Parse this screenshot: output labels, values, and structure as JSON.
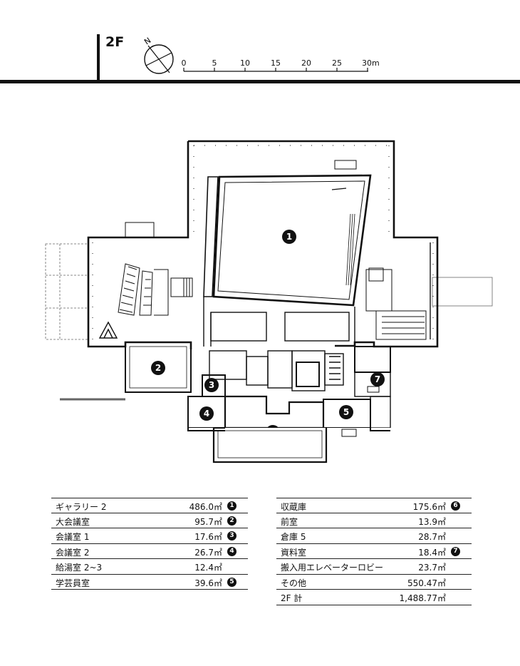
{
  "header": {
    "floor": "2F",
    "north": "N",
    "scale_ticks": [
      "0",
      "5",
      "10",
      "15",
      "20",
      "25",
      "30m"
    ]
  },
  "plan": {
    "room_markers": [
      "1",
      "2",
      "3",
      "4",
      "5",
      "6",
      "7"
    ]
  },
  "table_left": [
    {
      "name": "ギャラリー 2",
      "area": "486.0㎡",
      "marker": "1"
    },
    {
      "name": "大会議室",
      "area": "95.7㎡",
      "marker": "2"
    },
    {
      "name": "会議室 1",
      "area": "17.6㎡",
      "marker": "3"
    },
    {
      "name": "会議室 2",
      "area": "26.7㎡",
      "marker": "4"
    },
    {
      "name": "給湯室 2~3",
      "area": "12.4㎡",
      "marker": ""
    },
    {
      "name": "学芸員室",
      "area": "39.6㎡",
      "marker": "5"
    }
  ],
  "table_right": [
    {
      "name": "収蔵庫",
      "area": "175.6㎡",
      "marker": "6"
    },
    {
      "name": "前室",
      "area": "13.9㎡",
      "marker": ""
    },
    {
      "name": "倉庫 5",
      "area": "28.7㎡",
      "marker": ""
    },
    {
      "name": "資料室",
      "area": "18.4㎡",
      "marker": "7"
    },
    {
      "name": "搬入用エレベーターロビー",
      "area": "23.7㎡",
      "marker": ""
    },
    {
      "name": "その他",
      "area": "550.47㎡",
      "marker": ""
    },
    {
      "name": "2F 計",
      "area": "1,488.77㎡",
      "marker": ""
    }
  ]
}
